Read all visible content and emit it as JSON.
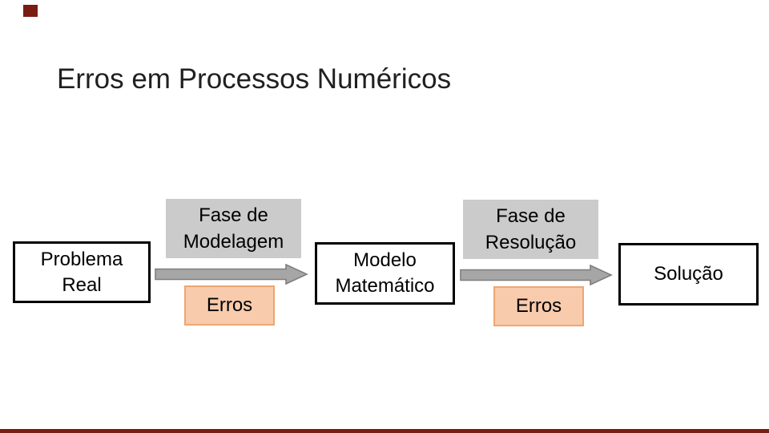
{
  "slide": {
    "title": "Erros em Processos Numéricos",
    "accent_color": "#7a1c12",
    "diagram": {
      "nodes": [
        {
          "name": "problema-real",
          "lines": [
            "Problema",
            "Real"
          ]
        },
        {
          "name": "modelo-matematico",
          "lines": [
            "Modelo",
            "Matemático"
          ]
        },
        {
          "name": "solucao",
          "lines": [
            "Solução"
          ]
        }
      ],
      "phases": [
        {
          "name": "fase-de-modelagem",
          "lines": [
            "Fase de",
            "Modelagem"
          ]
        },
        {
          "name": "fase-de-resolucao",
          "lines": [
            "Fase de",
            "Resolução"
          ]
        }
      ],
      "errors": [
        {
          "label": "Erros"
        },
        {
          "label": "Erros"
        }
      ],
      "colors": {
        "node_border": "#000000",
        "phase_bg": "#cbcbcb",
        "error_bg": "#f8cbad",
        "error_border": "#efa671",
        "arrow_fill": "#a6a6a6",
        "arrow_stroke": "#7f7f7f"
      }
    }
  }
}
